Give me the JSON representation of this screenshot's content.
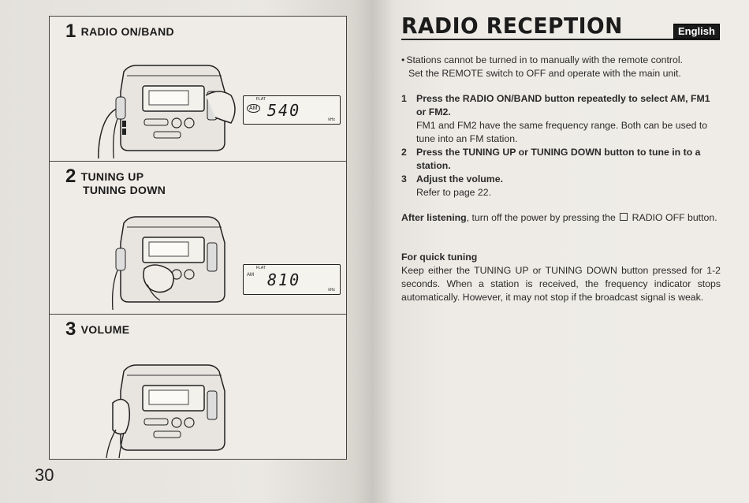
{
  "page_number": "30",
  "left_panels": [
    {
      "num": "1",
      "label": "RADIO ON/BAND",
      "label2": "",
      "display_band": "AM",
      "display_mode": "FLAT",
      "display_value": "540",
      "display_unit": "kHz"
    },
    {
      "num": "2",
      "label": "TUNING UP",
      "label2": "TUNING DOWN",
      "display_band": "AM",
      "display_mode": "FLAT",
      "display_value": "810",
      "display_unit": "kHz"
    },
    {
      "num": "3",
      "label": "VOLUME",
      "label2": ""
    }
  ],
  "title": "RADIO RECEPTION",
  "language_badge": "English",
  "note": {
    "bullet": "•",
    "line1": "Stations cannot be turned in to manually with the remote control.",
    "line2": "Set the REMOTE switch to OFF and operate with the main unit."
  },
  "steps": [
    {
      "num": "1",
      "heading": "Press the RADIO ON/BAND button repeatedly to select AM, FM1 or FM2.",
      "detail": "FM1 and FM2 have the same frequency range. Both can be used to tune into an FM station."
    },
    {
      "num": "2",
      "heading": "Press the TUNING UP or TUNING DOWN button to tune in to a station.",
      "detail": ""
    },
    {
      "num": "3",
      "heading": "Adjust the volume.",
      "detail": "Refer to page 22."
    }
  ],
  "after_listening": {
    "bold": "After listening",
    "text_before_icon": ", turn off the power by pressing the",
    "text_after_icon": "RADIO OFF button."
  },
  "quick_tuning": {
    "heading": "For quick tuning",
    "text": "Keep either the TUNING UP or TUNING DOWN button pressed for 1-2 seconds. When a station is received, the frequency indicator stops automatically. However, it may not stop if the broadcast signal is weak."
  }
}
